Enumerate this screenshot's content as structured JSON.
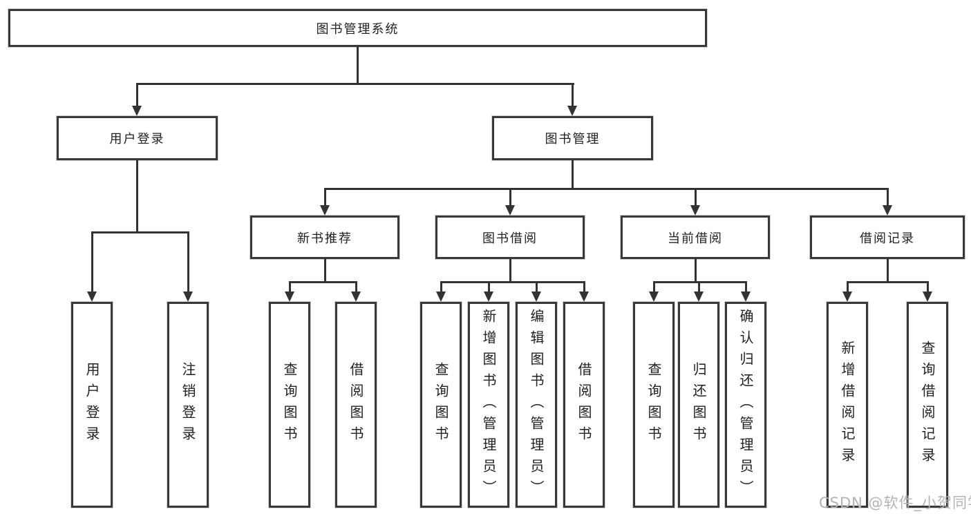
{
  "tree": {
    "root": {
      "label": "图书管理系统"
    },
    "branches": [
      {
        "label": "用户登录",
        "children": [
          {
            "label": "用户登录"
          },
          {
            "label": "注销登录"
          }
        ]
      },
      {
        "label": "图书管理",
        "groups": [
          {
            "label": "新书推荐",
            "children": [
              {
                "label": "查询图书"
              },
              {
                "label": "借阅图书"
              }
            ]
          },
          {
            "label": "图书借阅",
            "children": [
              {
                "label": "查询图书"
              },
              {
                "label": "新增图书（管理员）"
              },
              {
                "label": "编辑图书（管理员）"
              },
              {
                "label": "借阅图书"
              }
            ]
          },
          {
            "label": "当前借阅",
            "children": [
              {
                "label": "查询图书"
              },
              {
                "label": "归还图书"
              },
              {
                "label": "确认归还（管理员）"
              }
            ]
          },
          {
            "label": "借阅记录",
            "children": [
              {
                "label": "新增借阅记录"
              },
              {
                "label": "查询借阅记录"
              }
            ]
          }
        ]
      }
    ]
  },
  "watermark": {
    "text": "CSDN @软件_小贺同学"
  },
  "colors": {
    "line": "#333333",
    "box_border": "#383838",
    "text": "#1f1f1f",
    "background": "#ffffff",
    "watermark": "#b3b3b3"
  }
}
